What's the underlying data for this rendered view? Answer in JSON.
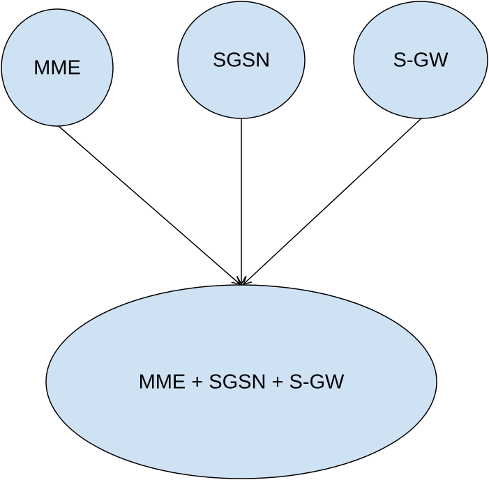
{
  "diagram": {
    "nodes": {
      "mme": {
        "label": "MME"
      },
      "sgsn": {
        "label": "SGSN"
      },
      "sgw": {
        "label": "S-GW"
      },
      "combined": {
        "label": "MME + SGSN + S-GW"
      }
    },
    "edges": [
      {
        "from": "mme",
        "to": "combined"
      },
      {
        "from": "sgsn",
        "to": "combined"
      },
      {
        "from": "sgw",
        "to": "combined"
      }
    ],
    "colors": {
      "node_fill": "#cfe2f3",
      "stroke": "#000000"
    }
  }
}
